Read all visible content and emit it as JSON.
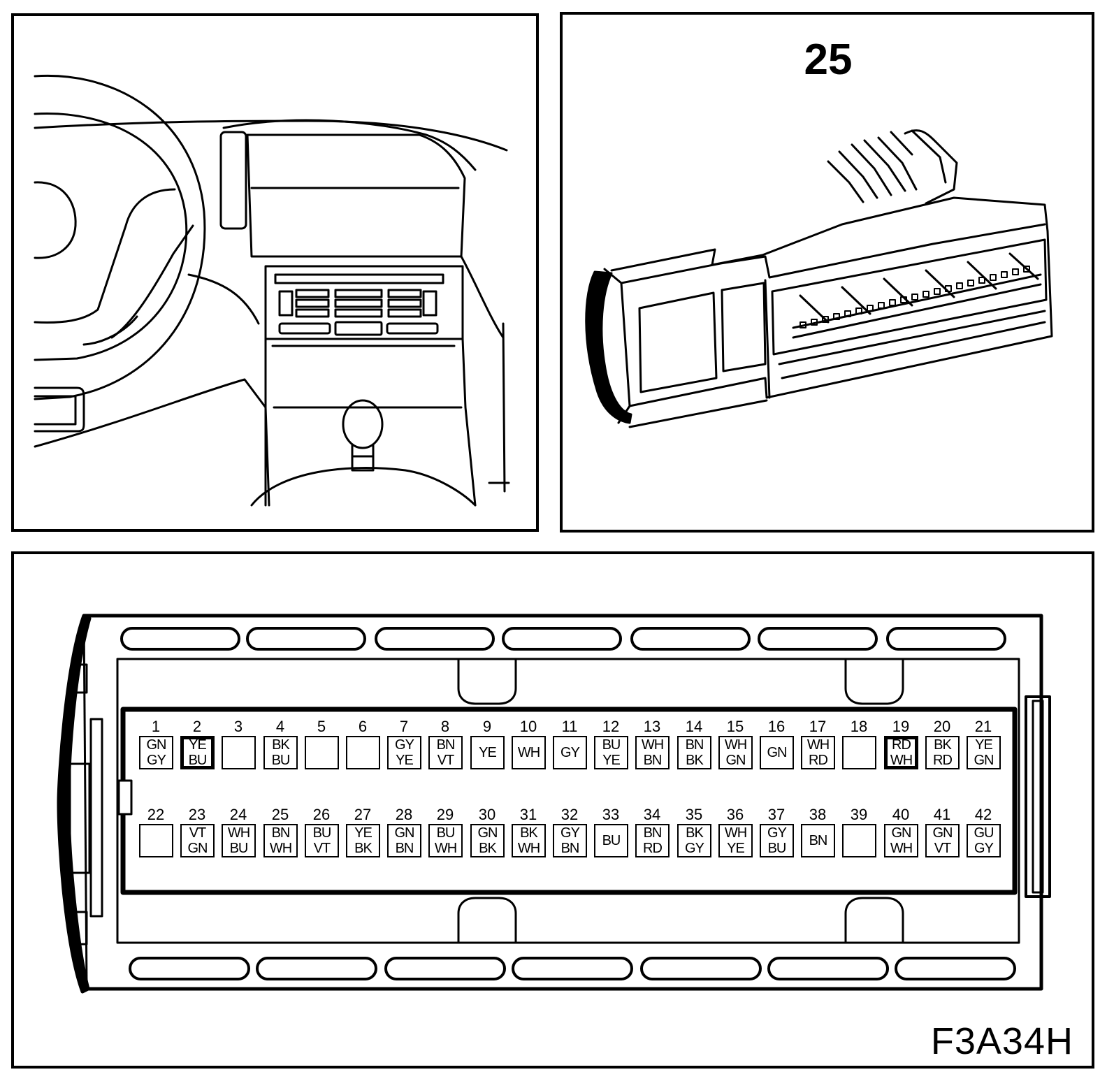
{
  "header": {
    "connector_number": "25"
  },
  "footer": {
    "figure_code": "F3A34H"
  },
  "connector": {
    "row1": [
      {
        "pin": "1",
        "colors": [
          "GN",
          "GY"
        ],
        "highlight": false
      },
      {
        "pin": "2",
        "colors": [
          "YE",
          "BU"
        ],
        "highlight": true
      },
      {
        "pin": "3",
        "colors": [],
        "highlight": false
      },
      {
        "pin": "4",
        "colors": [
          "BK",
          "BU"
        ],
        "highlight": false
      },
      {
        "pin": "5",
        "colors": [],
        "highlight": false
      },
      {
        "pin": "6",
        "colors": [],
        "highlight": false
      },
      {
        "pin": "7",
        "colors": [
          "GY",
          "YE"
        ],
        "highlight": false
      },
      {
        "pin": "8",
        "colors": [
          "BN",
          "VT"
        ],
        "highlight": false
      },
      {
        "pin": "9",
        "colors": [
          "YE"
        ],
        "highlight": false
      },
      {
        "pin": "10",
        "colors": [
          "WH"
        ],
        "highlight": false
      },
      {
        "pin": "11",
        "colors": [
          "GY"
        ],
        "highlight": false
      },
      {
        "pin": "12",
        "colors": [
          "BU",
          "YE"
        ],
        "highlight": false
      },
      {
        "pin": "13",
        "colors": [
          "WH",
          "BN"
        ],
        "highlight": false
      },
      {
        "pin": "14",
        "colors": [
          "BN",
          "BK"
        ],
        "highlight": false
      },
      {
        "pin": "15",
        "colors": [
          "WH",
          "GN"
        ],
        "highlight": false
      },
      {
        "pin": "16",
        "colors": [
          "GN"
        ],
        "highlight": false
      },
      {
        "pin": "17",
        "colors": [
          "WH",
          "RD"
        ],
        "highlight": false
      },
      {
        "pin": "18",
        "colors": [],
        "highlight": false
      },
      {
        "pin": "19",
        "colors": [
          "RD",
          "WH"
        ],
        "highlight": true
      },
      {
        "pin": "20",
        "colors": [
          "BK",
          "RD"
        ],
        "highlight": false
      },
      {
        "pin": "21",
        "colors": [
          "YE",
          "GN"
        ],
        "highlight": false
      }
    ],
    "row2": [
      {
        "pin": "22",
        "colors": [],
        "highlight": false
      },
      {
        "pin": "23",
        "colors": [
          "VT",
          "GN"
        ],
        "highlight": false
      },
      {
        "pin": "24",
        "colors": [
          "WH",
          "BU"
        ],
        "highlight": false
      },
      {
        "pin": "25",
        "colors": [
          "BN",
          "WH"
        ],
        "highlight": false
      },
      {
        "pin": "26",
        "colors": [
          "BU",
          "VT"
        ],
        "highlight": false
      },
      {
        "pin": "27",
        "colors": [
          "YE",
          "BK"
        ],
        "highlight": false
      },
      {
        "pin": "28",
        "colors": [
          "GN",
          "BN"
        ],
        "highlight": false
      },
      {
        "pin": "29",
        "colors": [
          "BU",
          "WH"
        ],
        "highlight": false
      },
      {
        "pin": "30",
        "colors": [
          "GN",
          "BK"
        ],
        "highlight": false
      },
      {
        "pin": "31",
        "colors": [
          "BK",
          "WH"
        ],
        "highlight": false
      },
      {
        "pin": "32",
        "colors": [
          "GY",
          "BN"
        ],
        "highlight": false
      },
      {
        "pin": "33",
        "colors": [
          "BU"
        ],
        "highlight": false
      },
      {
        "pin": "34",
        "colors": [
          "BN",
          "RD"
        ],
        "highlight": false
      },
      {
        "pin": "35",
        "colors": [
          "BK",
          "GY"
        ],
        "highlight": false
      },
      {
        "pin": "36",
        "colors": [
          "WH",
          "YE"
        ],
        "highlight": false
      },
      {
        "pin": "37",
        "colors": [
          "GY",
          "BU"
        ],
        "highlight": false
      },
      {
        "pin": "38",
        "colors": [
          "BN"
        ],
        "highlight": false
      },
      {
        "pin": "39",
        "colors": [],
        "highlight": false
      },
      {
        "pin": "40",
        "colors": [
          "GN",
          "WH"
        ],
        "highlight": false
      },
      {
        "pin": "41",
        "colors": [
          "GN",
          "VT"
        ],
        "highlight": false
      },
      {
        "pin": "42",
        "colors": [
          "GU",
          "GY"
        ],
        "highlight": false
      }
    ]
  }
}
